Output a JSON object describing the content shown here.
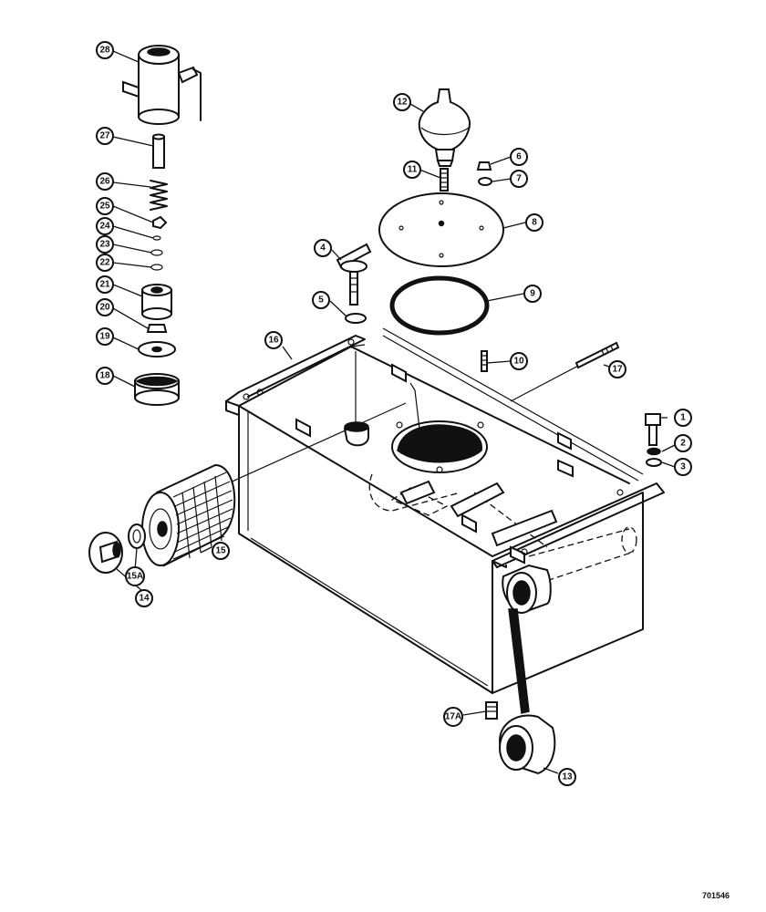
{
  "drawing_number": "701546",
  "callouts": [
    {
      "id": "c1",
      "label": "1"
    },
    {
      "id": "c2",
      "label": "2"
    },
    {
      "id": "c3",
      "label": "3"
    },
    {
      "id": "c4",
      "label": "4"
    },
    {
      "id": "c5",
      "label": "5"
    },
    {
      "id": "c6",
      "label": "6"
    },
    {
      "id": "c7",
      "label": "7"
    },
    {
      "id": "c8",
      "label": "8"
    },
    {
      "id": "c9",
      "label": "9"
    },
    {
      "id": "c10",
      "label": "10"
    },
    {
      "id": "c11",
      "label": "11"
    },
    {
      "id": "c12",
      "label": "12"
    },
    {
      "id": "c13",
      "label": "13"
    },
    {
      "id": "c14",
      "label": "14"
    },
    {
      "id": "c15",
      "label": "15"
    },
    {
      "id": "c15a",
      "label": "15A"
    },
    {
      "id": "c16",
      "label": "16"
    },
    {
      "id": "c17",
      "label": "17"
    },
    {
      "id": "c17a",
      "label": "17A"
    },
    {
      "id": "c18",
      "label": "18"
    },
    {
      "id": "c19",
      "label": "19"
    },
    {
      "id": "c20",
      "label": "20"
    },
    {
      "id": "c21",
      "label": "21"
    },
    {
      "id": "c22",
      "label": "22"
    },
    {
      "id": "c23",
      "label": "23"
    },
    {
      "id": "c24",
      "label": "24"
    },
    {
      "id": "c25",
      "label": "25"
    },
    {
      "id": "c26",
      "label": "26"
    },
    {
      "id": "c27",
      "label": "27"
    },
    {
      "id": "c28",
      "label": "28"
    }
  ]
}
